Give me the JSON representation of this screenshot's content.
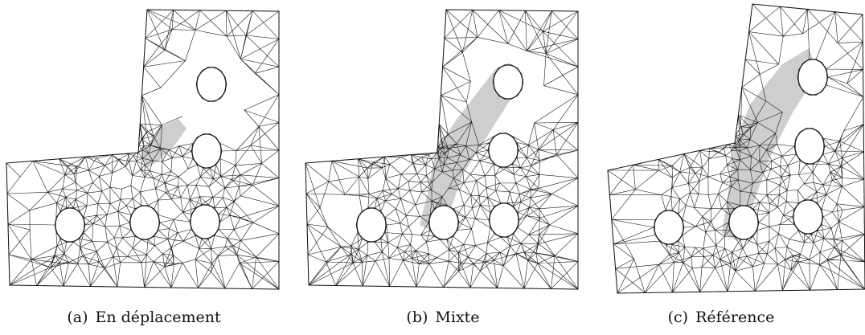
{
  "figure": {
    "panels": [
      {
        "label": "(a)",
        "caption": "En déplacement"
      },
      {
        "label": "(b)",
        "caption": "Mixte"
      },
      {
        "label": "(c)",
        "caption": "Référence"
      }
    ]
  }
}
